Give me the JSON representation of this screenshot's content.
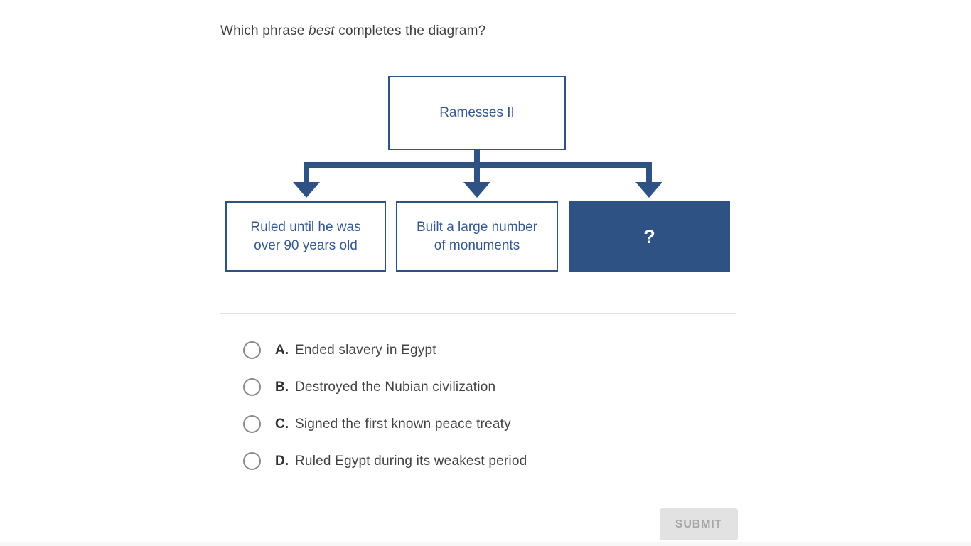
{
  "question": {
    "prefix": "Which phrase ",
    "emphasis": "best",
    "suffix": " completes the diagram?"
  },
  "diagram": {
    "root": "Ramesses II",
    "children": [
      "Ruled until he was over 90 years old",
      "Built a large number of monuments"
    ],
    "mystery": "?"
  },
  "options": [
    {
      "letter": "A.",
      "text": "Ended slavery in Egypt"
    },
    {
      "letter": "B.",
      "text": "Destroyed the Nubian civilization"
    },
    {
      "letter": "C.",
      "text": "Signed the first known peace treaty"
    },
    {
      "letter": "D.",
      "text": "Ruled Egypt during its weakest period"
    }
  ],
  "submit": {
    "label": "SUBMIT",
    "enabled": false
  },
  "colors": {
    "diagram_navy": "#2d5283",
    "mystery_text": "#ffffff",
    "question_text": "#3f3f3f",
    "radio_border": "#8a8a8a",
    "divider": "#e4e4e4",
    "submit_bg": "#e2e2e2",
    "submit_text": "#a6a6a6"
  }
}
